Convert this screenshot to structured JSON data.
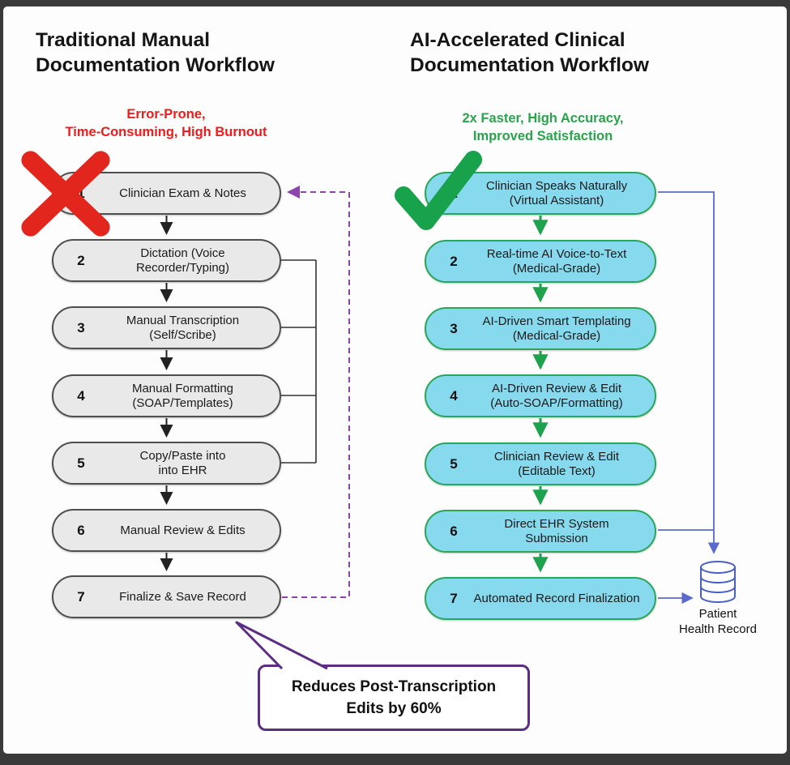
{
  "left_column": {
    "title": "Traditional Manual\nDocumentation Workflow",
    "subtitle": "Error-Prone,\nTime-Consuming, High Burnout",
    "status_icon": "red-x-icon",
    "steps": [
      {
        "num": "1",
        "label": "Clinician Exam & Notes"
      },
      {
        "num": "2",
        "label": "Dictation (Voice\nRecorder/Typing)"
      },
      {
        "num": "3",
        "label": "Manual Transcription\n(Self/Scribe)"
      },
      {
        "num": "4",
        "label": "Manual Formatting\n(SOAP/Templates)"
      },
      {
        "num": "5",
        "label": "Copy/Paste into\ninto EHR"
      },
      {
        "num": "6",
        "label": "Manual Review & Edits"
      },
      {
        "num": "7",
        "label": "Finalize & Save Record"
      }
    ],
    "callout": "Reduces Post-Transcription\nEdits by 60%"
  },
  "right_column": {
    "title": "AI-Accelerated Clinical\nDocumentation Workflow",
    "subtitle": "2x Faster, High Accuracy,\nImproved Satisfaction",
    "status_icon": "green-check-icon",
    "steps": [
      {
        "num": "1",
        "label": "Clinician Speaks Naturally\n(Virtual Assistant)"
      },
      {
        "num": "2",
        "label": "Real-time AI Voice-to-Text\n(Medical-Grade)"
      },
      {
        "num": "3",
        "label": "AI-Driven Smart Templating\n(Medical-Grade)"
      },
      {
        "num": "4",
        "label": "AI-Driven Review & Edit\n(Auto-SOAP/Formatting)"
      },
      {
        "num": "5",
        "label": "Clinician Review & Edit\n(Editable Text)"
      },
      {
        "num": "6",
        "label": "Direct EHR System\nSubmission"
      },
      {
        "num": "7",
        "label": "Automated Record Finalization"
      }
    ],
    "database_icon": "database-cylinder-icon",
    "database_label": "Patient\nHealth Record"
  },
  "colors": {
    "left_subtitle": "#ee1c1c",
    "right_subtitle": "#2ba34c",
    "left_box_fill": "#e9e9e9",
    "left_box_border": "#4f4f4f",
    "right_box_fill": "#87d9ee",
    "right_box_border": "#2aa65a",
    "green_arrow": "#1fa24e",
    "purple_dashed": "#8e44ad",
    "blue_connector": "#5a6acf",
    "callout_border": "#5b2d83",
    "red_x": "#e3261d",
    "green_check": "#17a24b"
  }
}
